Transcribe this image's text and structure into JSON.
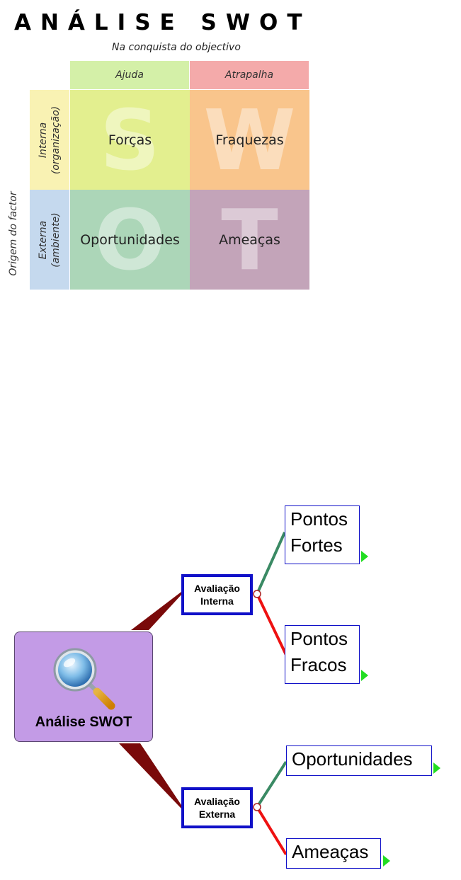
{
  "swot_matrix": {
    "title": "ANÁLISE SWOT",
    "subtitle": "Na conquista do objectivo",
    "columns": {
      "help": "Ajuda",
      "hinder": "Atrapalha"
    },
    "rows": {
      "internal_line1": "Interna",
      "internal_line2": "(organização)",
      "external_line1": "Externa",
      "external_line2": "(ambiente)"
    },
    "axis_label": "Origem do factor",
    "cells": {
      "strengths": {
        "letter": "S",
        "label": "Forças",
        "color": "#e3ef8f"
      },
      "weaknesses": {
        "letter": "W",
        "label": "Fraquezas",
        "color": "#f9c58c"
      },
      "opportunities": {
        "letter": "O",
        "label": "Oportunidades",
        "color": "#acd6b8"
      },
      "threats": {
        "letter": "T",
        "label": "Ameaças",
        "color": "#c3a4b9"
      }
    },
    "header_colors": {
      "help": "#d4f0a8",
      "hinder": "#f4aaaa",
      "internal": "#f9f2b3",
      "external": "#c5d9ee"
    }
  },
  "mind_map": {
    "central": {
      "label": "Análise SWOT",
      "icon": "magnifier-icon",
      "color": "#c39be6"
    },
    "branches": {
      "internal": {
        "label": "Avaliação\nInterna"
      },
      "external": {
        "label": "Avaliação\nExterna"
      }
    },
    "leaves": {
      "strengths": {
        "label": "Pontos\nFortes"
      },
      "weaknesses": {
        "label": "Pontos\nFracos"
      },
      "opportunities": {
        "label": "Oportunidades"
      },
      "threats": {
        "label": "Ameaças"
      }
    },
    "colors": {
      "trunk": "#7a0a0a",
      "positive_line": "#3a8a64",
      "negative_line": "#ee1111",
      "node_border": "#1010c8",
      "expand_arrow": "#22dd22"
    }
  }
}
